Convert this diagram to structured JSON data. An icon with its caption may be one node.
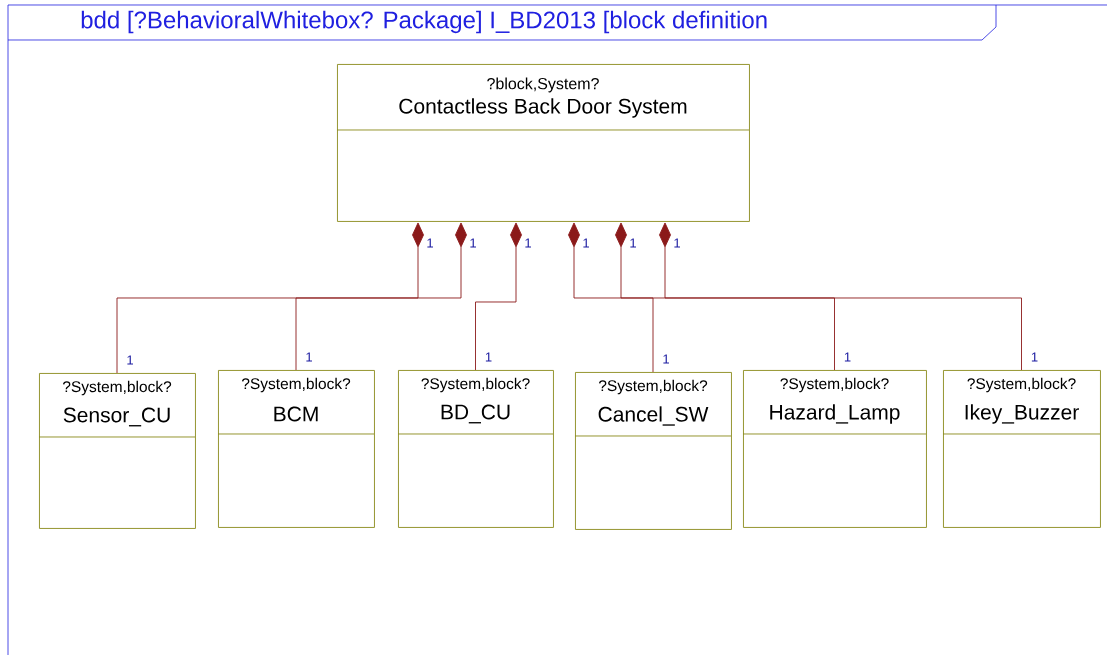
{
  "diagram": {
    "nodes": [
      {
        "text": [
          "bdd [?BehavioralWhitebox? Package] I_BD2013 [block definition"
        ]
      },
      {
        "text": [
          "?block,System?",
          "Contactless Back Door System"
        ],
        "in": 0
      },
      {
        "text": [
          "?System,block?",
          "Sensor_CU"
        ],
        "in": 0
      },
      {
        "text": [
          "?System,block?",
          "BCM"
        ],
        "in": 0
      },
      {
        "text": [
          "?System,block?",
          "BD_CU"
        ],
        "in": 0
      },
      {
        "text": [
          "?System,block?",
          "Cancel_SW"
        ],
        "in": 0
      },
      {
        "text": [
          "?System,block?",
          "Hazard_Lamp"
        ],
        "in": 0
      },
      {
        "text": [
          "?System,block?",
          "Ikey_Buzzer"
        ],
        "in": 0
      }
    ],
    "edges": [
      {
        "from": 1,
        "to": 2,
        "arrow": "other",
        "label": "1"
      },
      {
        "from": 1,
        "to": 3,
        "arrow": "other",
        "label": "1"
      },
      {
        "from": 1,
        "to": 4,
        "arrow": "other",
        "label": "1"
      },
      {
        "from": 1,
        "to": 5,
        "arrow": "other",
        "label": "1"
      },
      {
        "from": 1,
        "to": 6,
        "arrow": "other",
        "label": "1"
      },
      {
        "from": 1,
        "to": 7,
        "arrow": "other",
        "label": "1"
      }
    ],
    "labels": [
      "1",
      "1",
      "1",
      "1",
      "1",
      "1"
    ]
  }
}
